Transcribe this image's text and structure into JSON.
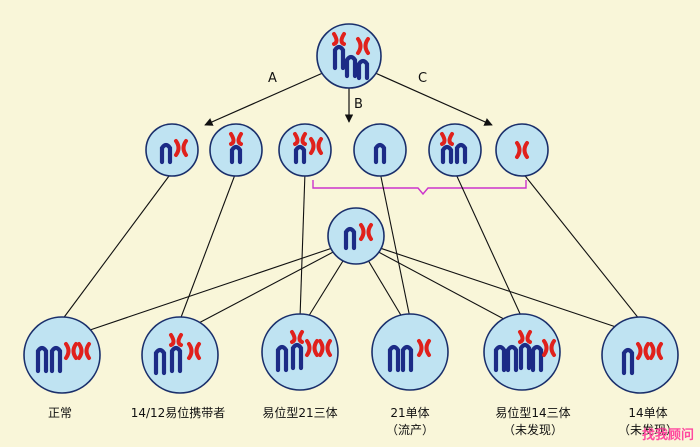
{
  "pathways": {
    "a": "A",
    "b": "B",
    "c": "C"
  },
  "offspring": [
    {
      "line1": "正常",
      "line2": ""
    },
    {
      "line1": "14/12易位携带者",
      "line2": ""
    },
    {
      "line1": "易位型21三体",
      "line2": ""
    },
    {
      "line1": "21单体",
      "line2": "（流产）"
    },
    {
      "line1": "易位型14三体",
      "line2": "（未发现）"
    },
    {
      "line1": "14单体",
      "line2": "（未发现）"
    }
  ],
  "watermark": "找我顾问",
  "colors": {
    "background": "#f9f6d9",
    "cell_fill": "#bfe3f2",
    "cell_stroke": "#1a2f6b",
    "chromosome_14": "#1c2b86",
    "chromosome_21": "#e0211c",
    "bracket": "#cc33cc",
    "line": "#111111"
  }
}
